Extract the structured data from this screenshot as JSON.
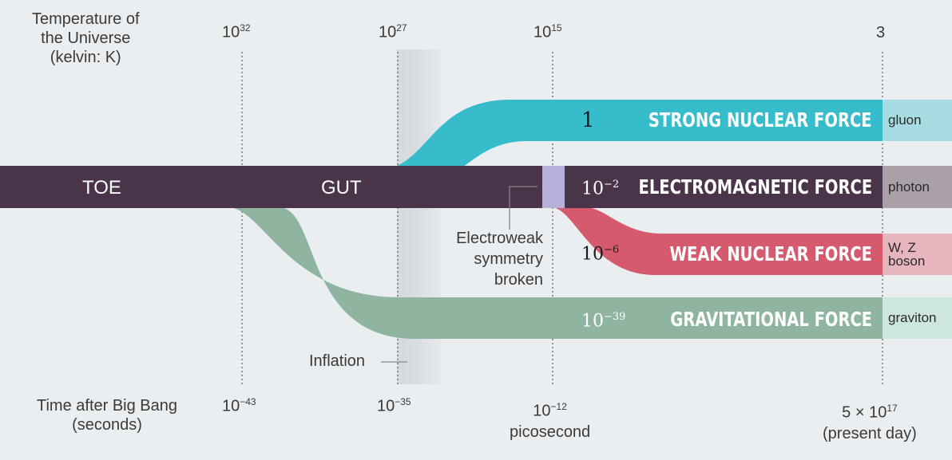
{
  "header": {
    "temperature_label": [
      "Temperature of",
      "the Universe",
      "(kelvin: K)"
    ],
    "time_label": [
      "Time after Big Bang",
      "(seconds)"
    ]
  },
  "temperatures": [
    {
      "base": "10",
      "exp": "32"
    },
    {
      "base": "10",
      "exp": "27"
    },
    {
      "base": "10",
      "exp": "15"
    },
    {
      "base": "3",
      "exp": ""
    }
  ],
  "times": [
    {
      "base": "10",
      "exp": "−43"
    },
    {
      "base": "10",
      "exp": "−35"
    },
    {
      "base": "10",
      "exp": "−12",
      "note": "picosecond"
    },
    {
      "base": "5 × 10",
      "exp": "17",
      "note": "(present day)"
    }
  ],
  "stages": {
    "toe": "TOE",
    "gut": "GUT"
  },
  "annotations": {
    "electroweak": [
      "Electroweak",
      "symmetry",
      "broken"
    ],
    "inflation": "Inflation"
  },
  "forces": [
    {
      "name": "STRONG NUCLEAR FORCE",
      "coupling_base": "1",
      "coupling_exp": "",
      "particle": "gluon",
      "color": "#36bccb"
    },
    {
      "name": "ELECTROMAGNETIC FORCE",
      "coupling_base": "10",
      "coupling_exp": "−2",
      "particle": "photon",
      "color": "#4a3449"
    },
    {
      "name": "WEAK NUCLEAR FORCE",
      "coupling_base": "10",
      "coupling_exp": "−6",
      "particle": "W, Z boson",
      "color": "#d65a6e"
    },
    {
      "name": "GRAVITATIONAL FORCE",
      "coupling_base": "10",
      "coupling_exp": "−39",
      "particle": "graviton",
      "color": "#8fb5a0"
    }
  ]
}
